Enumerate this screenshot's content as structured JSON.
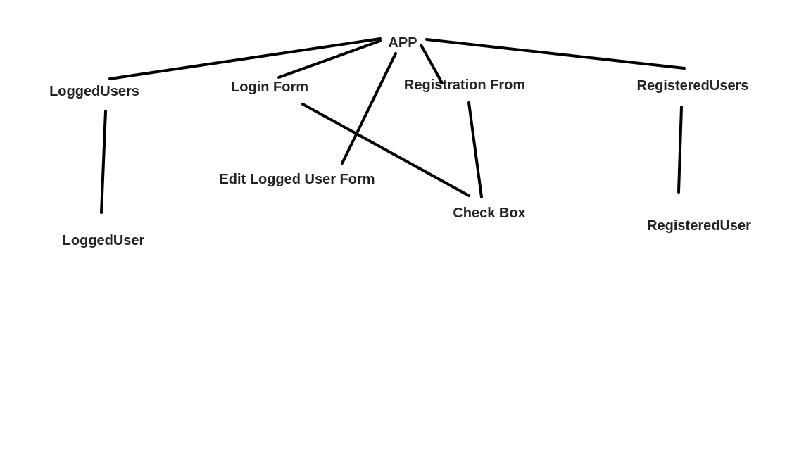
{
  "diagram": {
    "nodes": {
      "app": "APP",
      "logged_users": "LoggedUsers",
      "login_form": "Login Form",
      "registration_form": "Registration From",
      "registered_users": "RegisteredUsers",
      "edit_logged_user_form": "Edit Logged User Form",
      "check_box": "Check Box",
      "logged_user": "LoggedUser",
      "registered_user": "RegisteredUser"
    },
    "edges": [
      {
        "from": "APP",
        "to": "LoggedUsers"
      },
      {
        "from": "APP",
        "to": "Login Form"
      },
      {
        "from": "APP",
        "to": "Edit Logged User Form"
      },
      {
        "from": "APP",
        "to": "Registration From"
      },
      {
        "from": "APP",
        "to": "RegisteredUsers"
      },
      {
        "from": "LoggedUsers",
        "to": "LoggedUser"
      },
      {
        "from": "Login Form",
        "to": "Check Box"
      },
      {
        "from": "Registration From",
        "to": "Check Box"
      },
      {
        "from": "RegisteredUsers",
        "to": "RegisteredUser"
      }
    ],
    "line_color": "#000000",
    "text_color": "#222222",
    "background_color": "#ffffff"
  }
}
